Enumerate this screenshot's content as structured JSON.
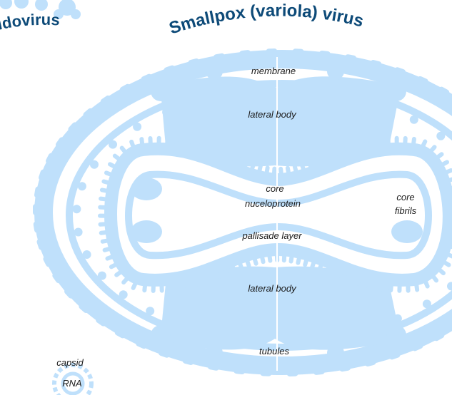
{
  "colors": {
    "virion_fill": "#bfe0fb",
    "title_text": "#0d4a78",
    "label_text": "#1a1a1a"
  },
  "titles": {
    "left_partial": "ridovirus",
    "main": "Smallpox (variola) virus"
  },
  "labels": {
    "membrane": "membrane",
    "lateral_body_top": "lateral body",
    "core": "core",
    "core_nucleoprotein": "nuceloprotein",
    "core_fibrils_1": "core",
    "core_fibrils_2": "fibrils",
    "pallisade_layer": "pallisade layer",
    "lateral_body_bottom": "lateral body",
    "tubules": "tubules",
    "capsid": "capsid",
    "rna": "RNA"
  },
  "icons": {
    "top_left_decoration": "virus-particle-icon",
    "capsid_small": "capsid-icon"
  }
}
